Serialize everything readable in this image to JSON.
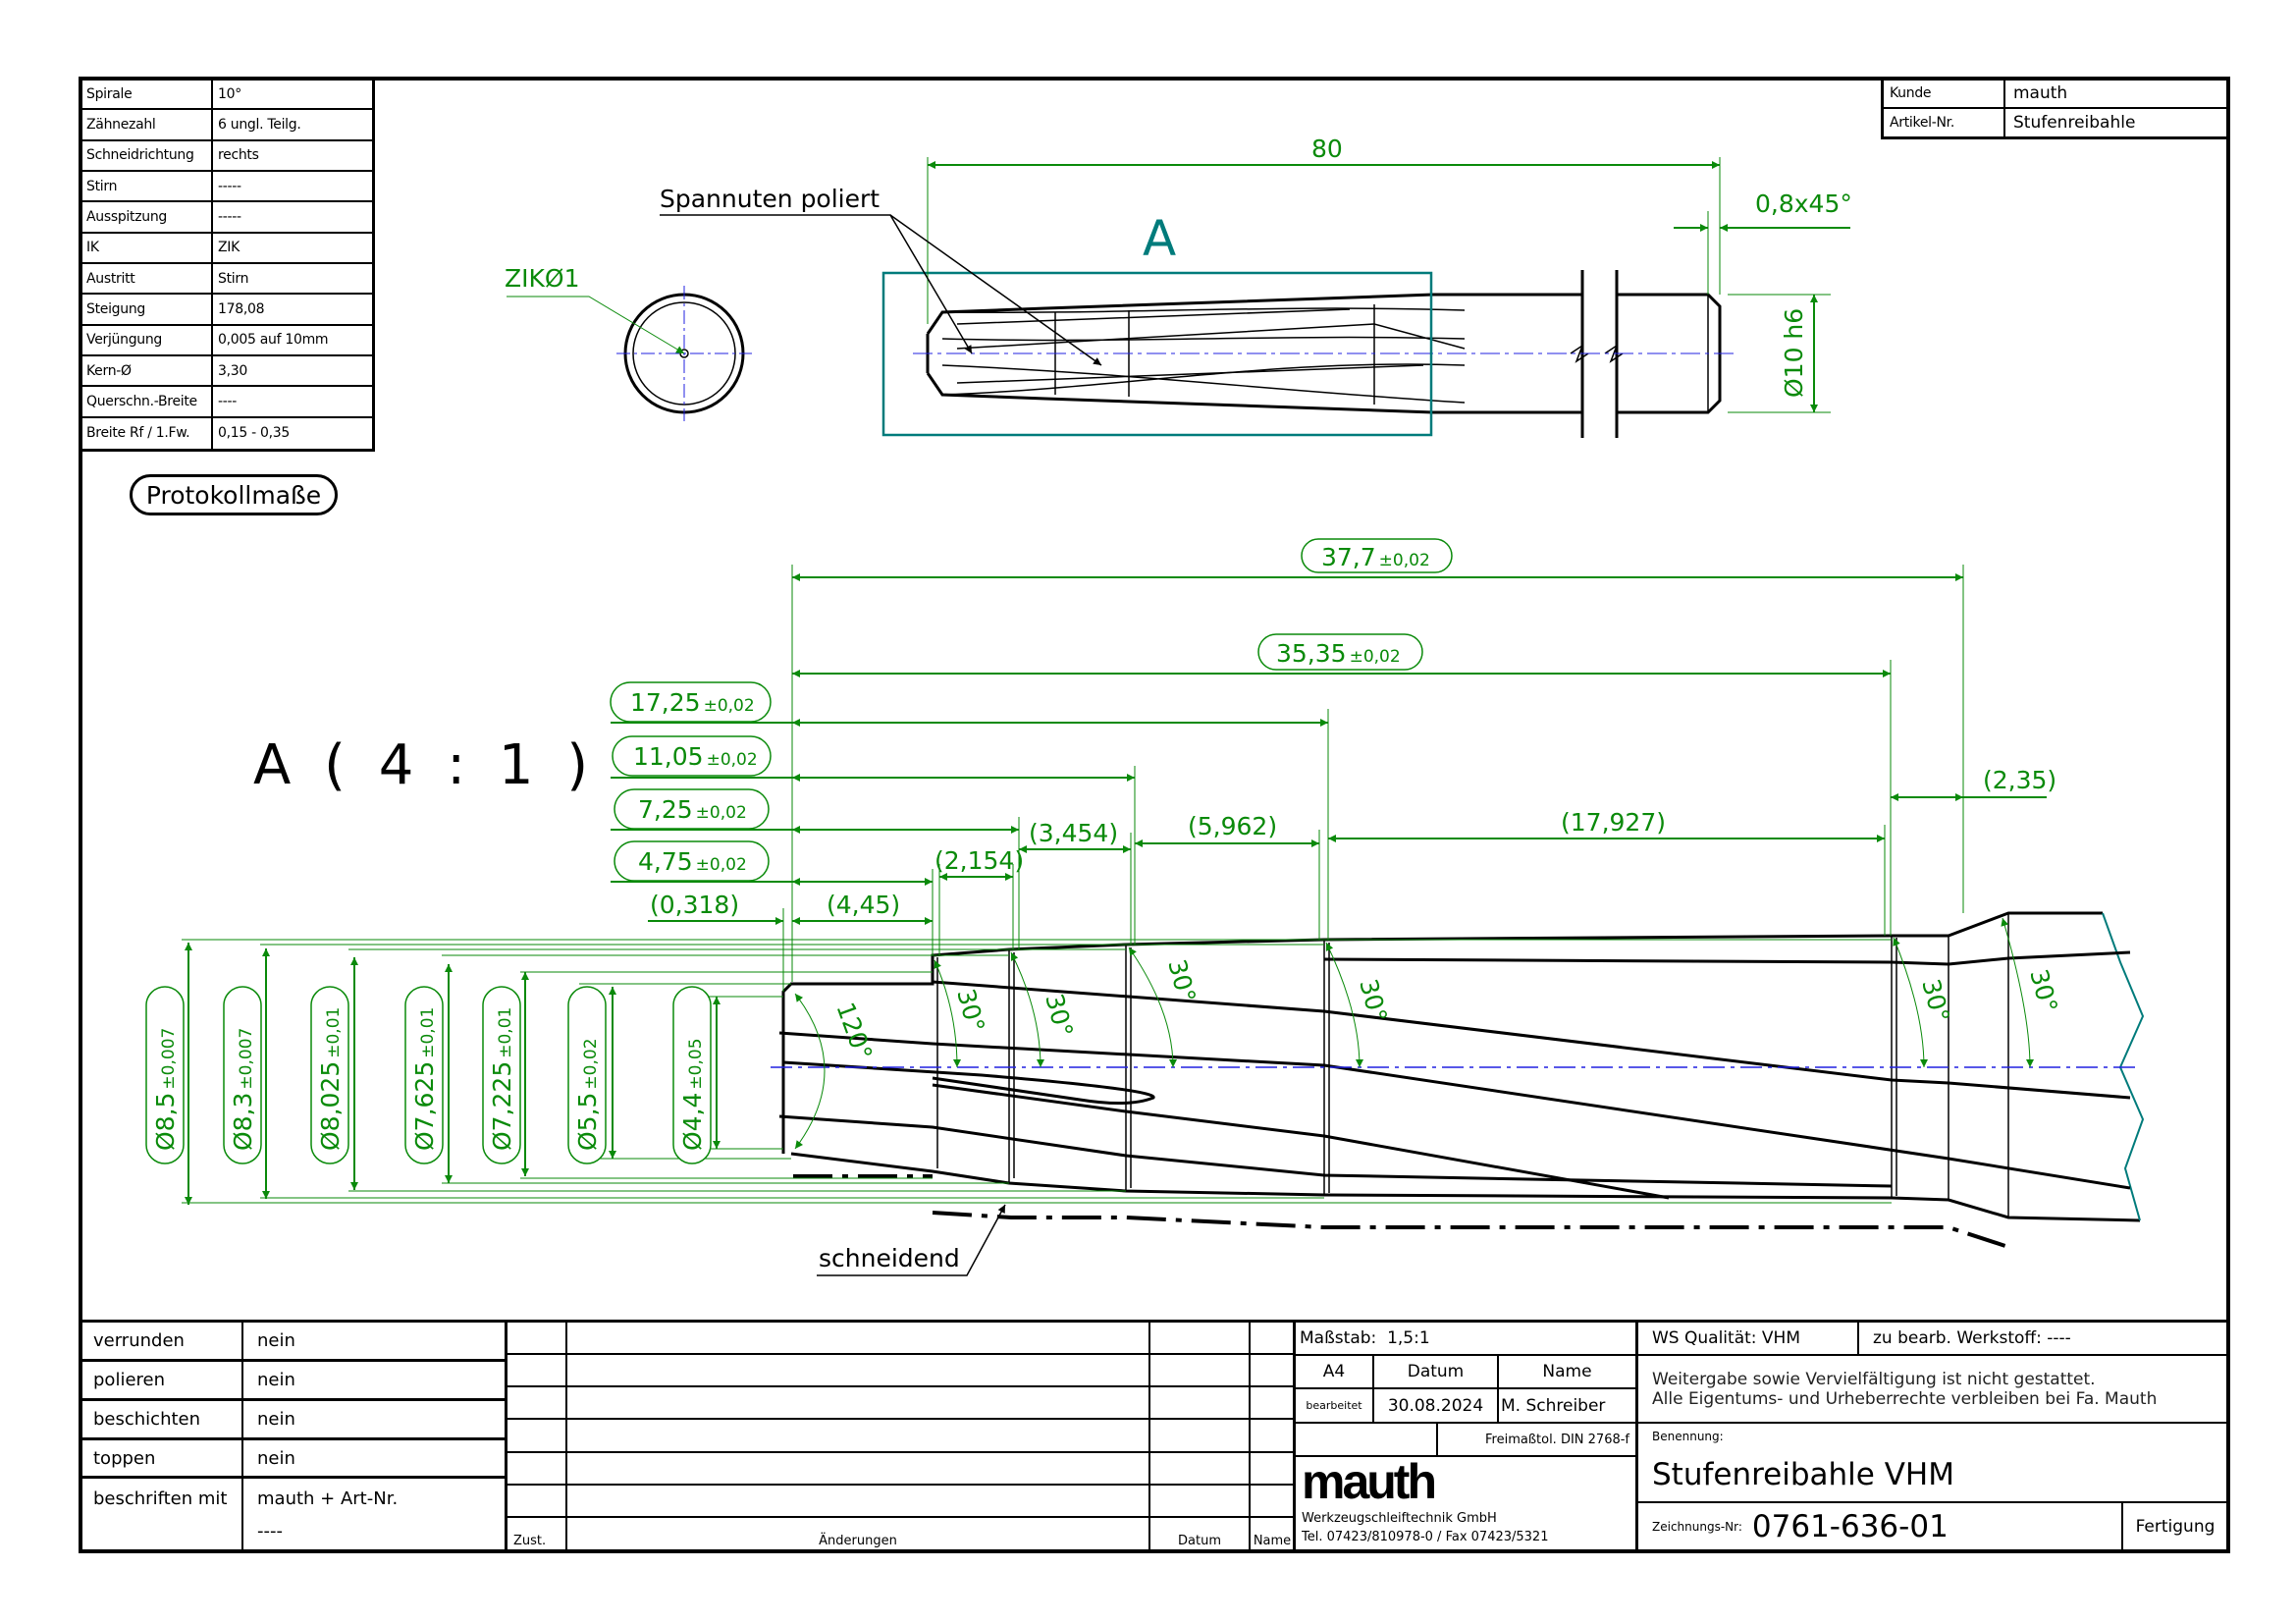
{
  "params_table": [
    {
      "label": "Spirale",
      "value": "10°"
    },
    {
      "label": "Zähnezahl",
      "value": "6 ungl. Teilg."
    },
    {
      "label": "Schneidrichtung",
      "value": "rechts"
    },
    {
      "label": "Stirn",
      "value": "-----"
    },
    {
      "label": "Ausspitzung",
      "value": "-----"
    },
    {
      "label": "IK",
      "value": "ZIK"
    },
    {
      "label": "Austritt",
      "value": "Stirn"
    },
    {
      "label": "Steigung",
      "value": "178,08"
    },
    {
      "label": "Verjüngung",
      "value": "0,005 auf 10mm"
    },
    {
      "label": "Kern-Ø",
      "value": "3,30"
    },
    {
      "label": "Querschn.-Breite",
      "value": "----"
    },
    {
      "label": "Breite Rf / 1.Fw.",
      "value": "0,15 - 0,35"
    }
  ],
  "customer_table": {
    "kunde_label": "Kunde",
    "kunde": "mauth",
    "artikel_label": "Artikel-Nr.",
    "artikel": "Stufenreibahle"
  },
  "protokoll_label": "Protokollmaße",
  "overview": {
    "zik_label": "ZIKØ1",
    "flutes_label": "Spannuten poliert",
    "section_letter": "A",
    "length": "80",
    "chamfer": "0,8x45°",
    "shank_dia": "Ø10 h6"
  },
  "detail": {
    "title": "A ( 4 : 1 )",
    "cut_label": "schneidend",
    "length_dims": [
      {
        "value": "37,7",
        "tol": "±0,02"
      },
      {
        "value": "35,35",
        "tol": "±0,02"
      },
      {
        "value": "17,25",
        "tol": "±0,02"
      },
      {
        "value": "11,05",
        "tol": "±0,02"
      },
      {
        "value": "7,25",
        "tol": "±0,02"
      },
      {
        "value": "4,75",
        "tol": "±0,02"
      }
    ],
    "ref_dims": [
      "(0,318)",
      "(4,45)",
      "(2,154)",
      "(3,454)",
      "(5,962)",
      "(17,927)",
      "(2,35)"
    ],
    "diameters": [
      {
        "value": "Ø8,5",
        "tol": "±0,007"
      },
      {
        "value": "Ø8,3",
        "tol": "±0,007"
      },
      {
        "value": "Ø8,025",
        "tol": "±0,01"
      },
      {
        "value": "Ø7,625",
        "tol": "±0,01"
      },
      {
        "value": "Ø7,225",
        "tol": "±0,01"
      },
      {
        "value": "Ø5,5",
        "tol": "±0,02"
      },
      {
        "value": "Ø4,4",
        "tol": "±0,05"
      }
    ],
    "angles": [
      "120°",
      "30°",
      "30°",
      "30°",
      "30°",
      "30°",
      "30°"
    ]
  },
  "finish_table": [
    {
      "label": "verrunden",
      "value": "nein"
    },
    {
      "label": "polieren",
      "value": "nein"
    },
    {
      "label": "beschichten",
      "value": "nein"
    },
    {
      "label": "toppen",
      "value": "nein"
    },
    {
      "label": "beschriften mit",
      "value": "mauth + Art-Nr.",
      "extra": "----"
    }
  ],
  "changes_table": {
    "zust": "Zust.",
    "aenderungen": "Änderungen",
    "datum": "Datum",
    "name": "Name"
  },
  "title_block": {
    "scale_label": "Maßstab:",
    "scale": "1,5:1",
    "format": "A4",
    "datum_label": "Datum",
    "name_label": "Name",
    "bearbeitet_label": "bearbeitet",
    "date": "30.08.2024",
    "author": "M. Schreiber",
    "tolerance": "Freimaßtol. DIN 2768-f",
    "logo": "mauth",
    "company": "Werkzeugschleiftechnik GmbH",
    "contact": "Tel. 07423/810978-0  / Fax 07423/5321",
    "ws_quality": "WS Qualität: VHM",
    "material": "zu bearb. Werkstoff: ----",
    "notice_1": "Weitergabe sowie Vervielfältigung ist nicht gestattet.",
    "notice_2": "Alle Eigentums- und Urheberrechte verbleiben bei Fa. Mauth",
    "benennung_label": "Benennung:",
    "benennung": "Stufenreibahle VHM",
    "drawing_no_label": "Zeichnungs-Nr:",
    "drawing_no": "0761-636-01",
    "status": "Fertigung"
  },
  "colors": {
    "dimension": "#0a8a0a",
    "section": "#007b7b",
    "centerline": "#2020e0"
  }
}
